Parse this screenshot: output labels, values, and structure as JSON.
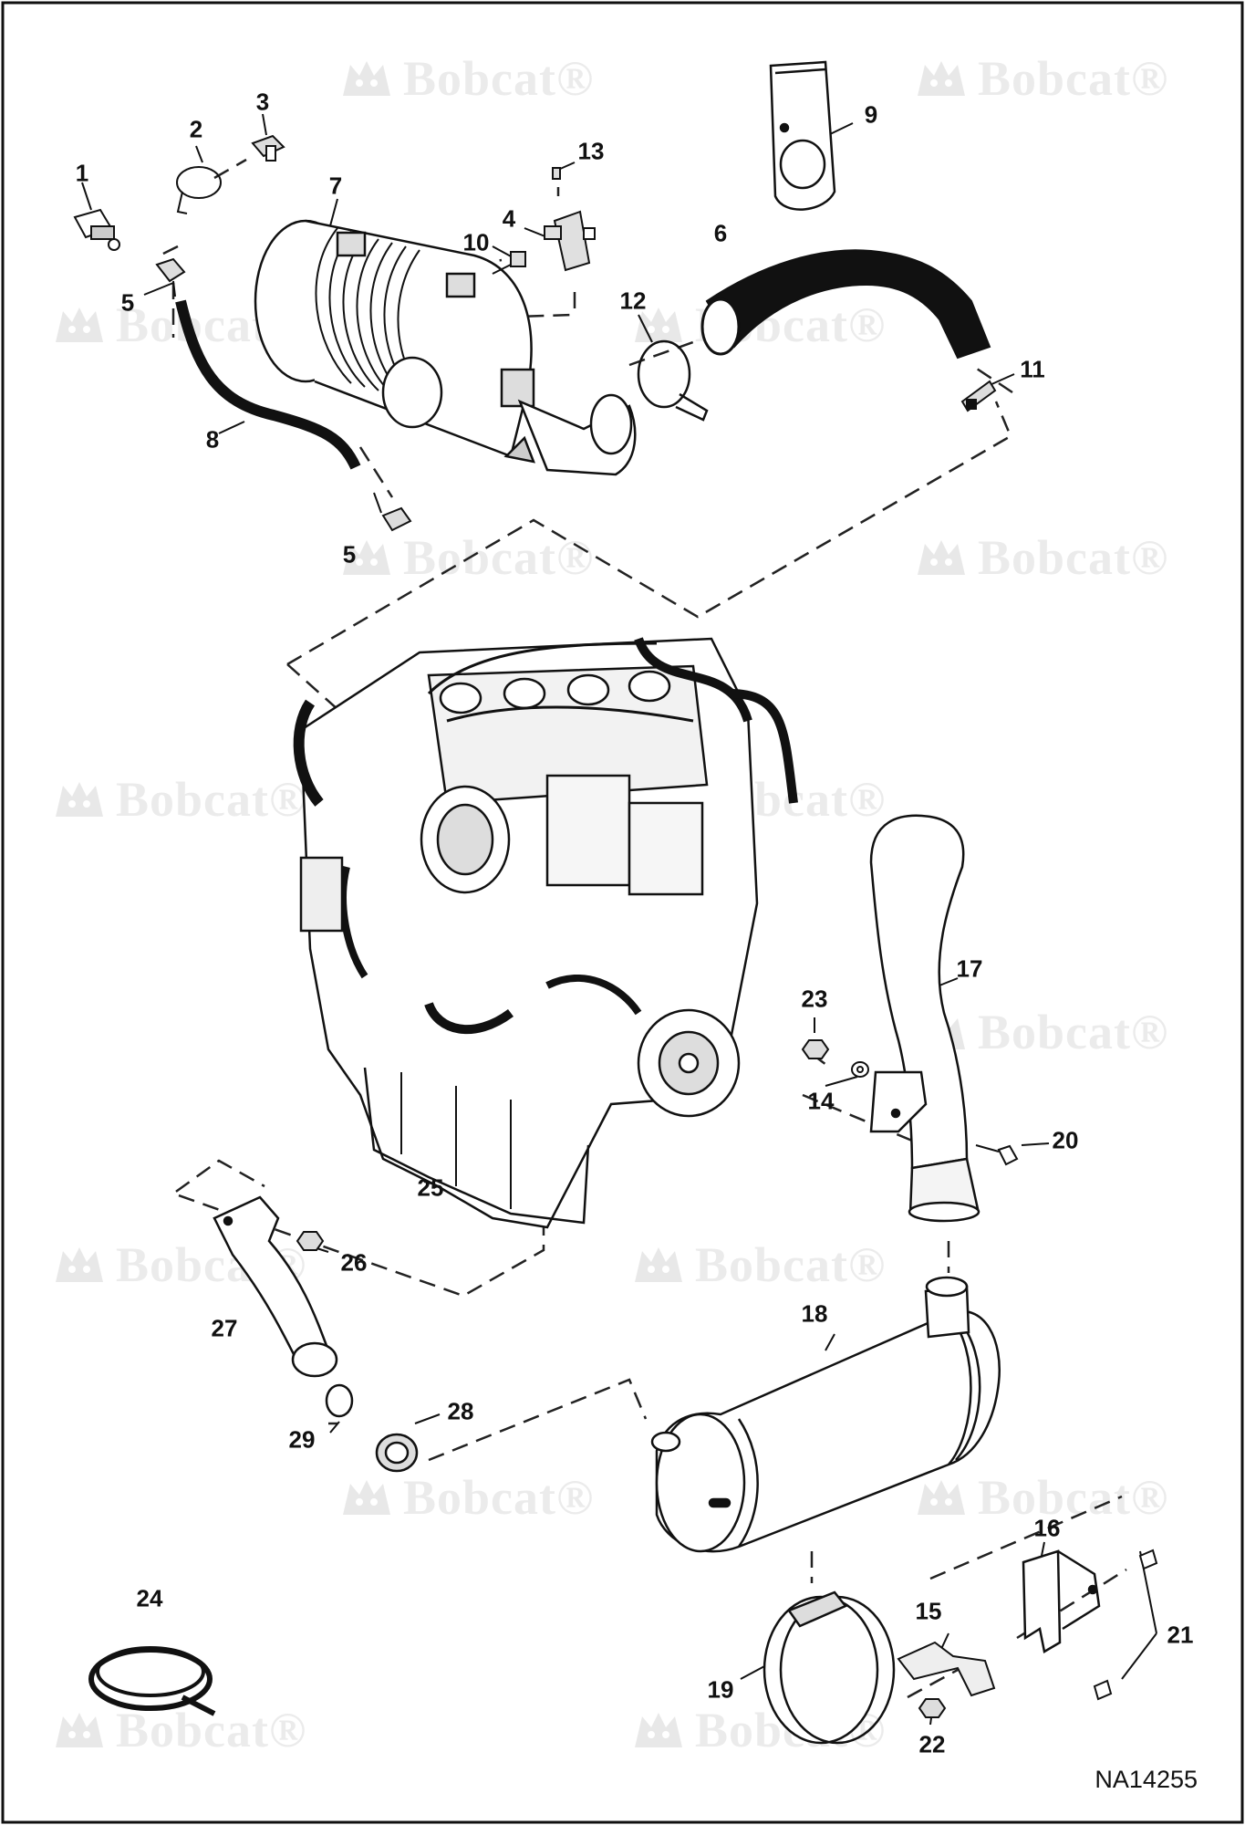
{
  "watermark": {
    "text": "Bobcat",
    "trademark": "®"
  },
  "drawing_id": "NA14255",
  "callouts": [
    "1",
    "2",
    "3",
    "4",
    "5",
    "5",
    "6",
    "7",
    "8",
    "9",
    "10",
    "11",
    "12",
    "13",
    "14",
    "15",
    "16",
    "17",
    "18",
    "19",
    "20",
    "21",
    "22",
    "23",
    "24",
    "25",
    "26",
    "27",
    "28",
    "29"
  ]
}
